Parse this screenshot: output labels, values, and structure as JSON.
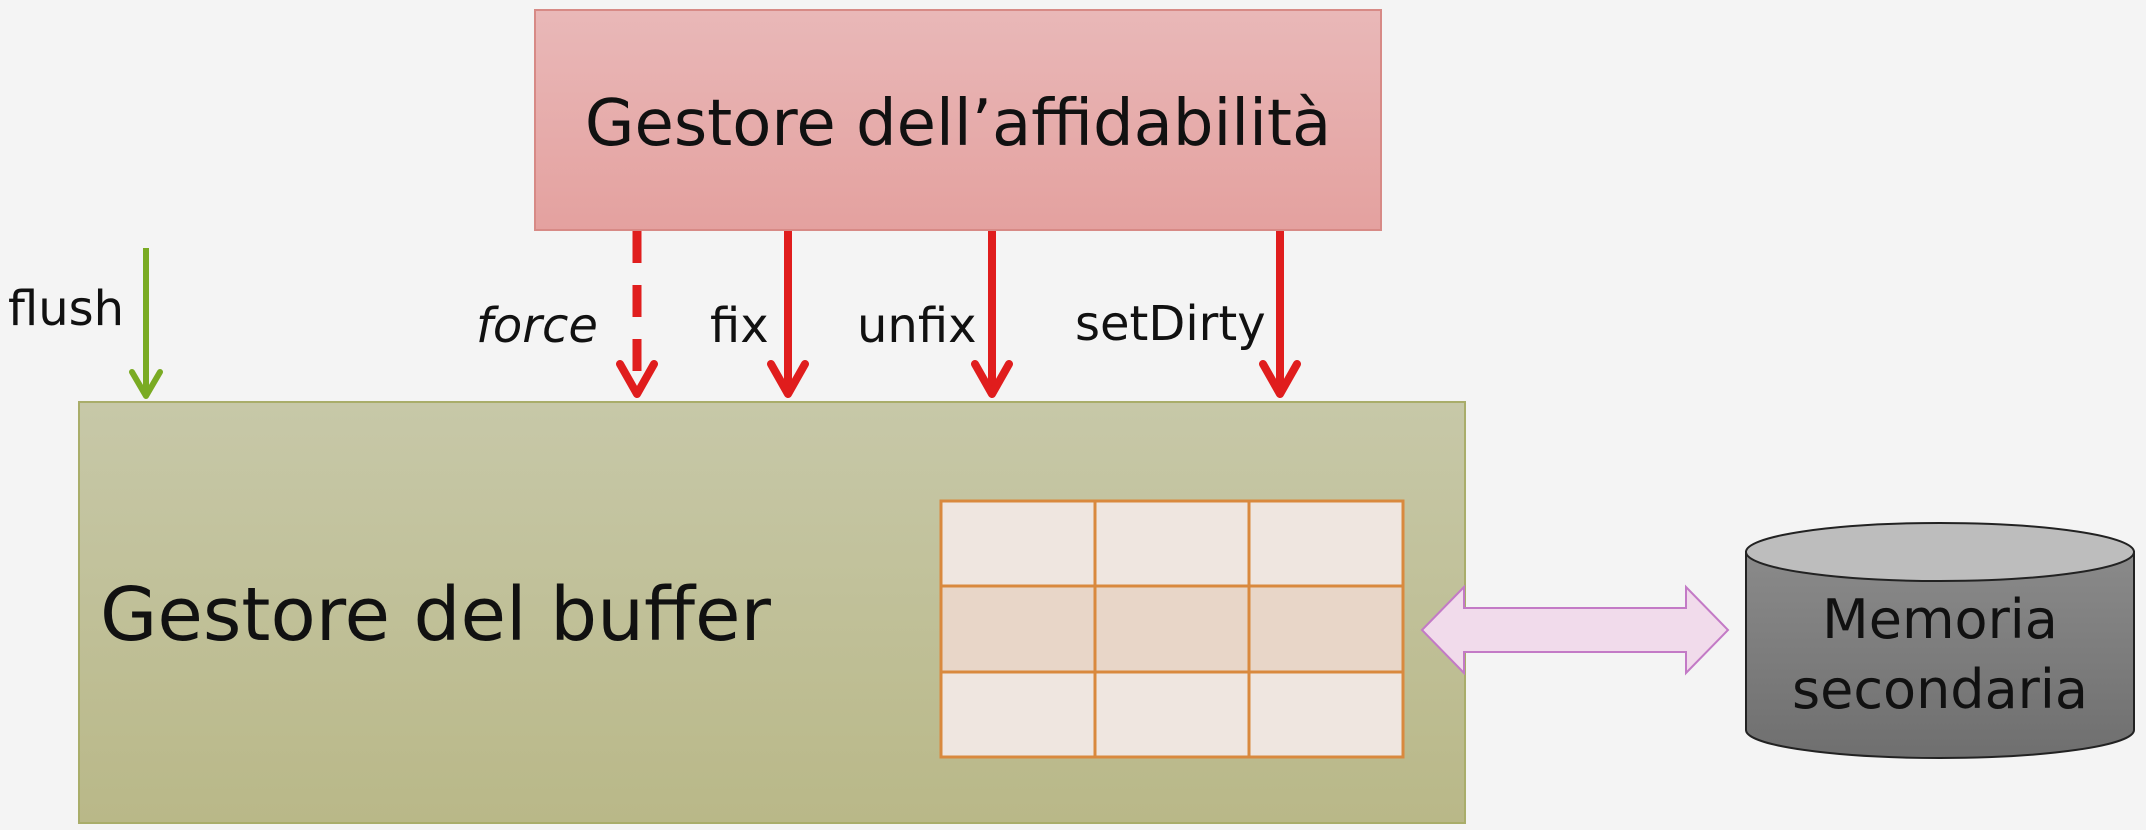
{
  "reliability_manager": {
    "label": "Gestore dell’affidabilità"
  },
  "buffer_manager": {
    "label": "Gestore del buffer"
  },
  "secondary_memory": {
    "line1": "Memoria",
    "line2": "secondaria"
  },
  "calls": {
    "flush": "flush",
    "force": "force",
    "fix": "fix",
    "unfix": "unfix",
    "setDirty": "setDirty"
  },
  "buffer_pool": {
    "rows": 3,
    "cols": 3
  },
  "colors": {
    "reliability_fill_top": "#e9b8b8",
    "reliability_fill_bottom": "#e4a19f",
    "buffer_fill_top": "#c7c8a8",
    "buffer_fill_bottom": "#b9b888",
    "red_arrow": "#e01d1d",
    "green_arrow": "#7aab23",
    "grid_line": "#d9893e",
    "grid_cell_light": "#efe6e0",
    "grid_cell_mid": "#e8d6c8",
    "exchange_arrow_fill": "#f1dbeb",
    "exchange_arrow_stroke": "#c37ac6",
    "disk_top": "#bdbdbd",
    "disk_body_top": "#8a8a8a",
    "disk_body_bottom": "#6f6f6f"
  }
}
